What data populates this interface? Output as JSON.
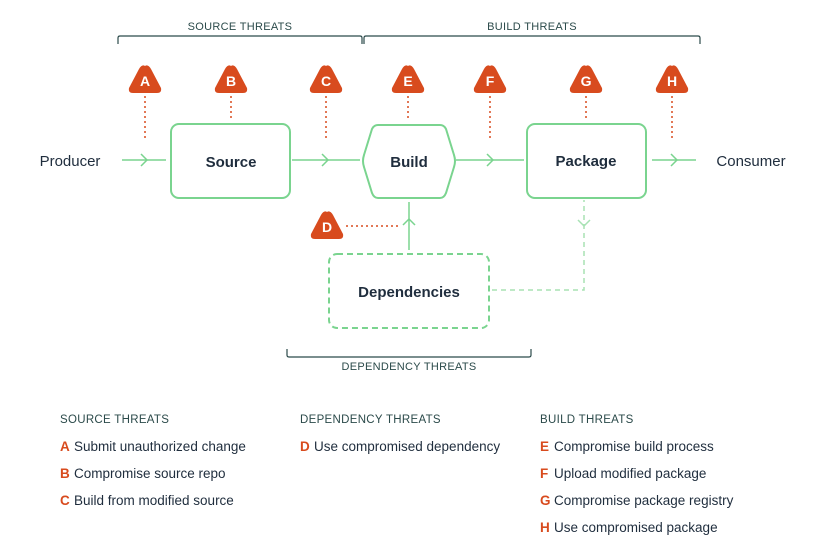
{
  "groups": {
    "source_threats": "SOURCE THREATS",
    "build_threats": "BUILD THREATS",
    "dependency_threats": "DEPENDENCY THREATS"
  },
  "nodes": {
    "producer": "Producer",
    "source": "Source",
    "build": "Build",
    "package": "Package",
    "consumer": "Consumer",
    "dependencies": "Dependencies"
  },
  "badges": {
    "a": "A",
    "b": "B",
    "c": "C",
    "d": "D",
    "e": "E",
    "f": "F",
    "g": "G",
    "h": "H"
  },
  "legend": {
    "source": {
      "title": "SOURCE THREATS",
      "items": [
        {
          "letter": "A",
          "text": "Submit unauthorized change"
        },
        {
          "letter": "B",
          "text": "Compromise source repo"
        },
        {
          "letter": "C",
          "text": "Build from modified source"
        }
      ]
    },
    "dependency": {
      "title": "DEPENDENCY THREATS",
      "items": [
        {
          "letter": "D",
          "text": "Use compromised dependency"
        }
      ]
    },
    "build": {
      "title": "BUILD THREATS",
      "items": [
        {
          "letter": "E",
          "text": "Compromise build process"
        },
        {
          "letter": "F",
          "text": "Upload modified package"
        },
        {
          "letter": "G",
          "text": "Compromise package registry"
        },
        {
          "letter": "H",
          "text": "Use compromised package"
        }
      ]
    }
  },
  "colors": {
    "flow_green": "#7ad48f",
    "threat_red": "#d84b1e",
    "text_dark": "#1f2d3d",
    "bracket_gray": "#2b4a4a"
  }
}
